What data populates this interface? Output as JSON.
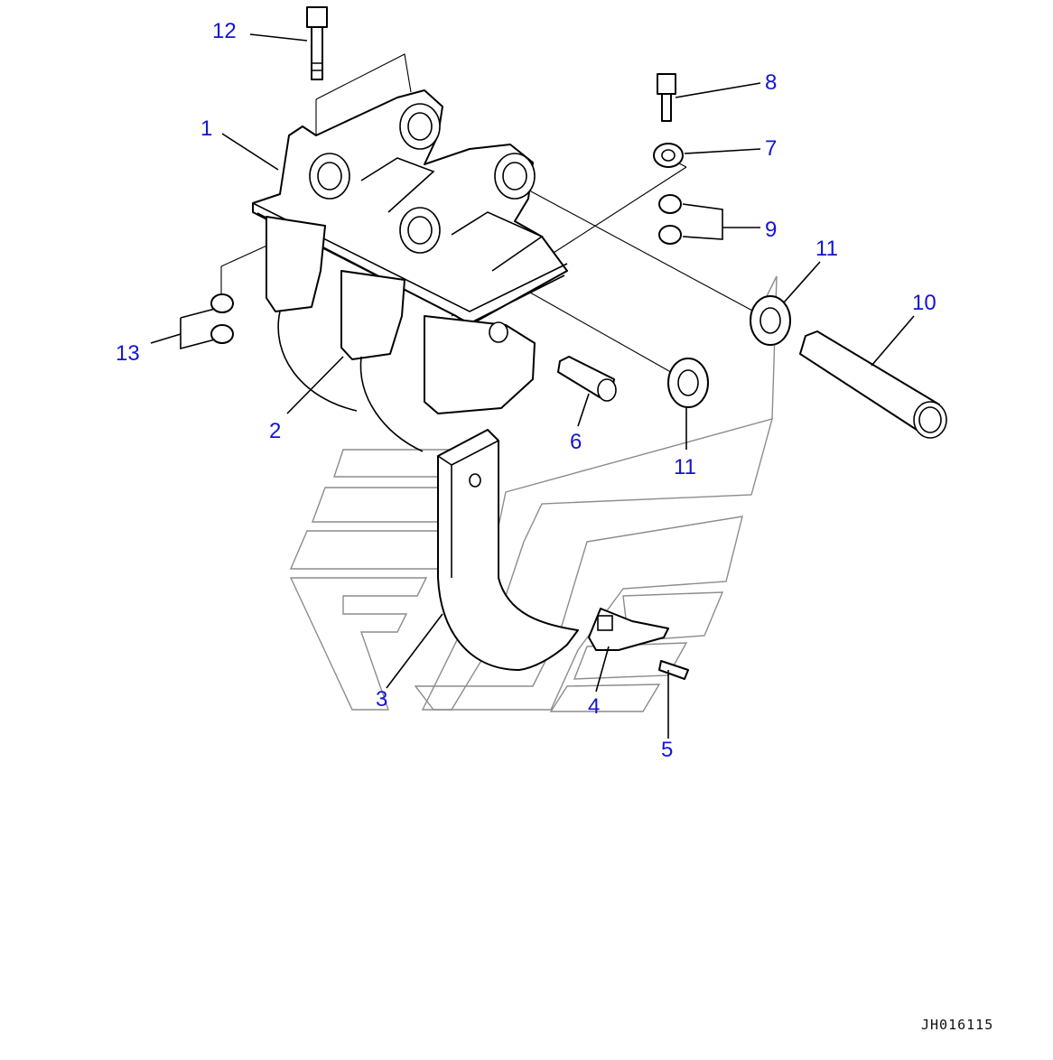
{
  "diagram": {
    "callouts": [
      {
        "id": "c1",
        "label": "1"
      },
      {
        "id": "c2",
        "label": "2"
      },
      {
        "id": "c3",
        "label": "3"
      },
      {
        "id": "c4",
        "label": "4"
      },
      {
        "id": "c5",
        "label": "5"
      },
      {
        "id": "c6",
        "label": "6"
      },
      {
        "id": "c7",
        "label": "7"
      },
      {
        "id": "c8",
        "label": "8"
      },
      {
        "id": "c9",
        "label": "9"
      },
      {
        "id": "c10",
        "label": "10"
      },
      {
        "id": "c11a",
        "label": "11"
      },
      {
        "id": "c11b",
        "label": "11"
      },
      {
        "id": "c12",
        "label": "12"
      },
      {
        "id": "c13",
        "label": "13"
      }
    ],
    "drawing_code": "JH016115",
    "colors": {
      "callout": "#1414d2",
      "line": "#000000",
      "guide": "#8c8c8c"
    }
  }
}
